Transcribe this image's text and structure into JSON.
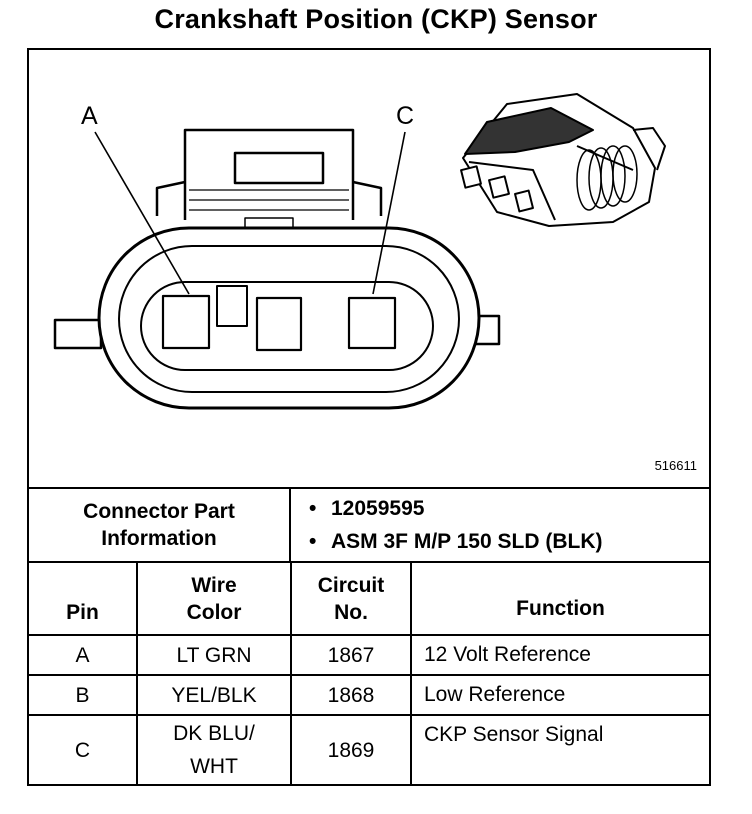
{
  "title": "Crankshaft Position (CKP) Sensor",
  "diagram": {
    "label_a": "A",
    "label_c": "C",
    "figure_number": "516611"
  },
  "connector_info": {
    "label_line1": "Connector Part",
    "label_line2": "Information",
    "part_numbers": [
      "12059595",
      "ASM 3F M/P 150 SLD (BLK)"
    ]
  },
  "table": {
    "headers": {
      "pin": "Pin",
      "wire_color_line1": "Wire",
      "wire_color_line2": "Color",
      "circuit_line1": "Circuit",
      "circuit_line2": "No.",
      "function": "Function"
    },
    "rows": [
      {
        "pin": "A",
        "wire_line1": "LT GRN",
        "wire_line2": "",
        "circuit": "1867",
        "function": "12 Volt Reference"
      },
      {
        "pin": "B",
        "wire_line1": "YEL/BLK",
        "wire_line2": "",
        "circuit": "1868",
        "function": "Low Reference"
      },
      {
        "pin": "C",
        "wire_line1": "DK BLU/",
        "wire_line2": "WHT",
        "circuit": "1869",
        "function": "CKP Sensor Signal"
      }
    ]
  }
}
